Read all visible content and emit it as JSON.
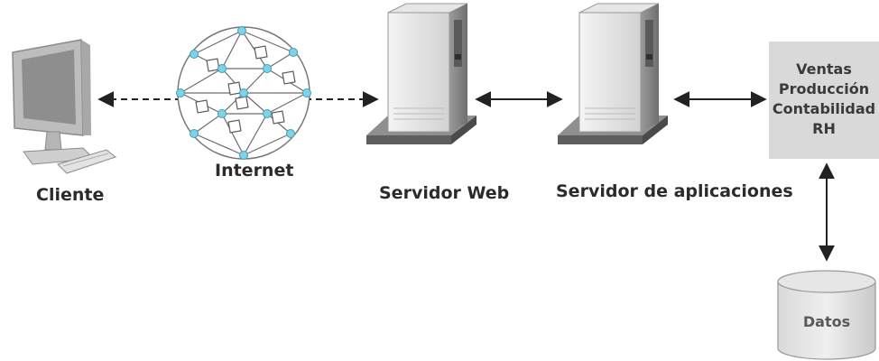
{
  "nodes": {
    "client": {
      "label": "Cliente"
    },
    "internet": {
      "label": "Internet"
    },
    "web_server": {
      "label": "Servidor Web"
    },
    "app_server": {
      "label": "Servidor de aplicaciones"
    },
    "business": {
      "lines": [
        "Ventas",
        "Producción",
        "Contabilidad",
        "RH"
      ]
    },
    "database": {
      "label": "Datos"
    }
  },
  "edges": [
    {
      "from": "client",
      "to": "web_server",
      "via": "internet",
      "style": "dashed",
      "direction": "both"
    },
    {
      "from": "web_server",
      "to": "app_server",
      "style": "solid",
      "direction": "both"
    },
    {
      "from": "app_server",
      "to": "business",
      "style": "solid",
      "direction": "both"
    },
    {
      "from": "business",
      "to": "database",
      "style": "solid",
      "direction": "both"
    }
  ]
}
